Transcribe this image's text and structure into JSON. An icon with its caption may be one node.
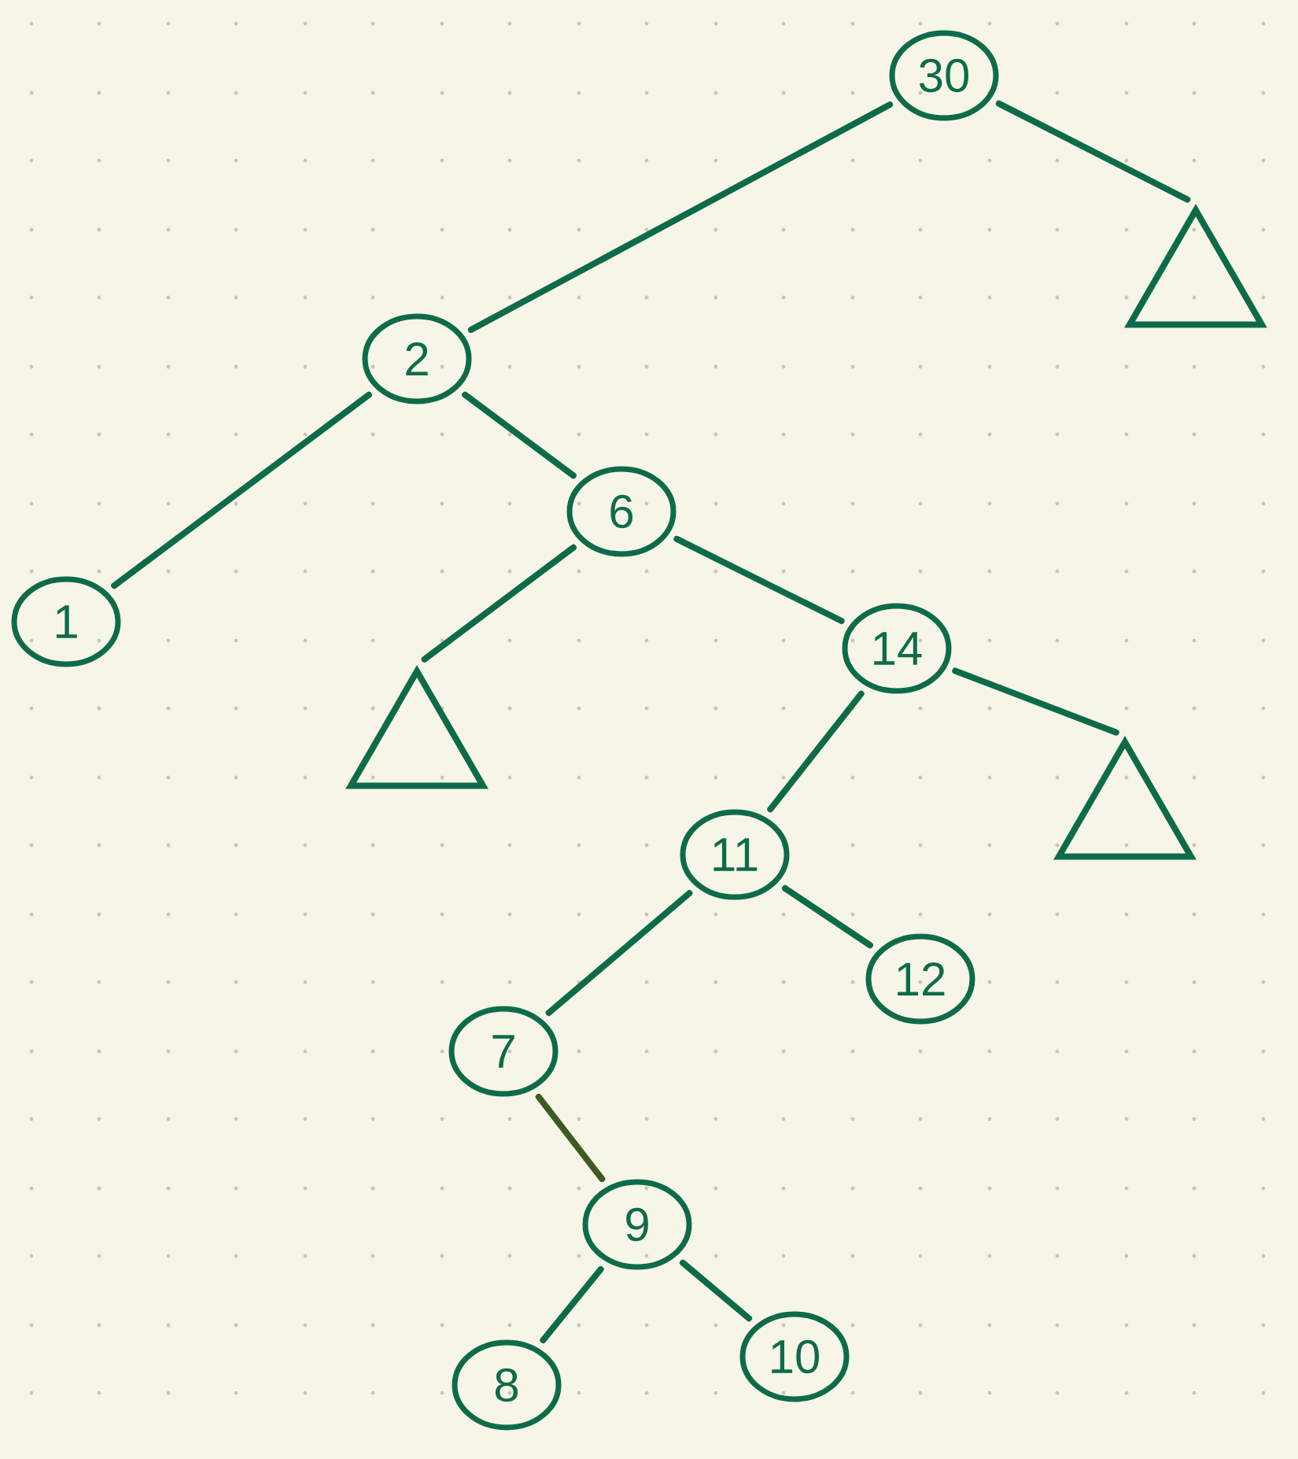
{
  "diagram": {
    "nodes": [
      {
        "text": [
          "30"
        ]
      },
      {
        "text": [
          "2"
        ]
      },
      {
        "text": [],
        "shape": "triangle"
      },
      {
        "text": [
          "6"
        ]
      },
      {
        "text": [
          "1"
        ]
      },
      {
        "text": [
          "14"
        ]
      },
      {
        "text": [],
        "shape": "triangle"
      },
      {
        "text": [
          "11"
        ]
      },
      {
        "text": [],
        "shape": "triangle"
      },
      {
        "text": [
          "12"
        ]
      },
      {
        "text": [
          "7"
        ]
      },
      {
        "text": [
          "9"
        ]
      },
      {
        "text": [
          "8"
        ]
      },
      {
        "text": [
          "10"
        ]
      }
    ],
    "edges": [
      {
        "from": 0,
        "to": 1,
        "arrow": "none"
      },
      {
        "from": 0,
        "to": 2,
        "arrow": "none"
      },
      {
        "from": 1,
        "to": 4,
        "arrow": "none"
      },
      {
        "from": 1,
        "to": 3,
        "arrow": "none"
      },
      {
        "from": 3,
        "to": 6,
        "arrow": "none"
      },
      {
        "from": 3,
        "to": 5,
        "arrow": "none"
      },
      {
        "from": 5,
        "to": 7,
        "arrow": "none"
      },
      {
        "from": 5,
        "to": 8,
        "arrow": "none"
      },
      {
        "from": 7,
        "to": 10,
        "arrow": "none"
      },
      {
        "from": 7,
        "to": 9,
        "arrow": "none"
      },
      {
        "from": 10,
        "to": 11,
        "arrow": "none",
        "color": "#3d5a22"
      },
      {
        "from": 11,
        "to": 12,
        "arrow": "none"
      },
      {
        "from": 11,
        "to": 13,
        "arrow": "none"
      }
    ]
  }
}
